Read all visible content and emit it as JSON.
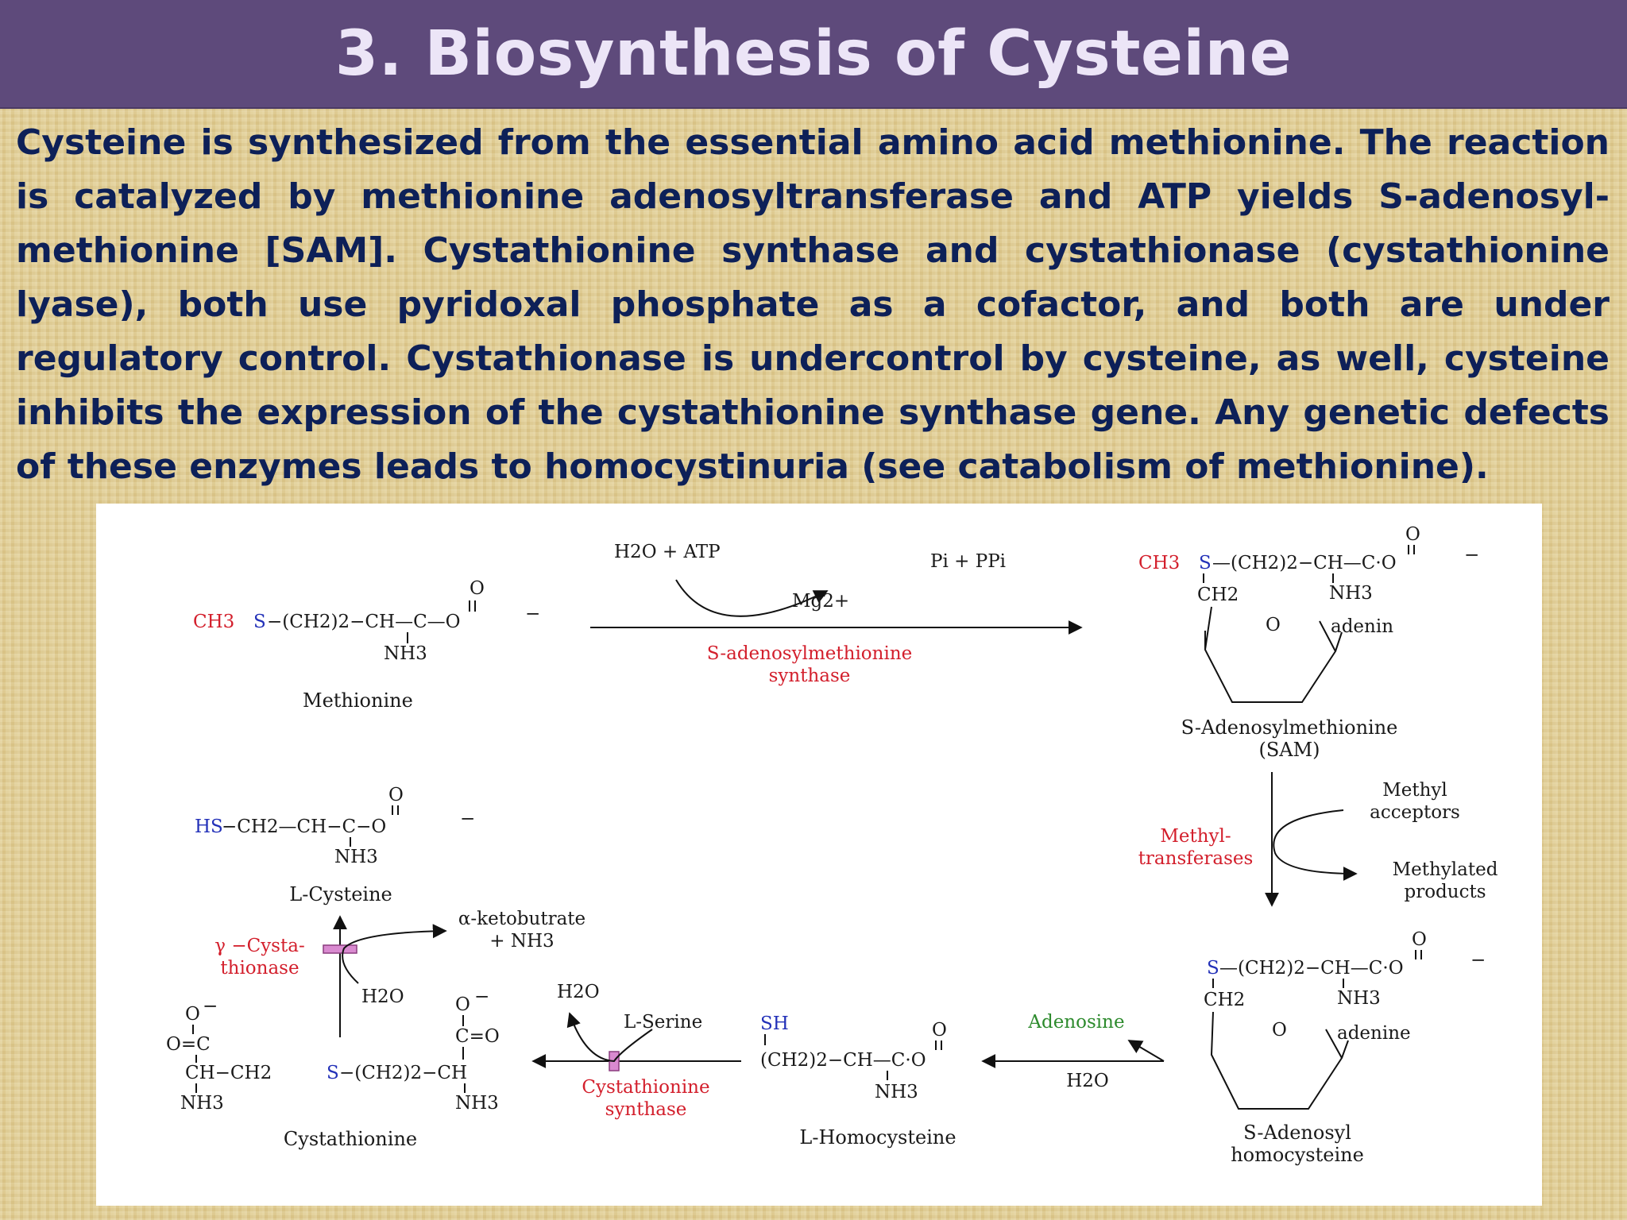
{
  "slide": {
    "title": "3. Biosynthesis of Cysteine",
    "paragraph": "Cysteine is synthesized from the essential amino acid methionine. The reaction is catalyzed by methionine adenosyltransferase and ATP yields S-adenosyl-methionine [SAM]. Cystathionine synthase and cystathionase (cystathionine lyase), both use pyridoxal phosphate as a cofactor, and both are under regulatory control. Cystathionase is undercontrol by cysteine, as well, cysteine inhibits the expression of the cystathionine synthase gene. Any genetic defects of these enzymes leads to homocystinuria (see catabolism of methionine)."
  },
  "diagram": {
    "methionine": {
      "ch3": "CH3",
      "s": "S",
      "chain": "−(CH2)2−CH—C—O",
      "nh3": "NH3",
      "name": "Methionine"
    },
    "step1": {
      "reagents": "H2O + ATP",
      "products": "Pi + PPi",
      "cofactor": "Mg2+",
      "enzyme_line1": "S-adenosylmethionine",
      "enzyme_line2": "synthase"
    },
    "sam": {
      "ch3": "CH3",
      "s": "S",
      "chain": "—(CH2)2−CH—C·O",
      "nh3": "NH3",
      "ch2": "CH2",
      "o": "O",
      "base": "adenin",
      "name_line1": "S-Adenosylmethionine",
      "name_line2": "(SAM)"
    },
    "step2": {
      "acceptors_line1": "Methyl",
      "acceptors_line2": "acceptors",
      "enzyme_line1": "Methyl-",
      "enzyme_line2": "transferases",
      "products_line1": "Methylated",
      "products_line2": "products"
    },
    "sah": {
      "s": "S",
      "chain": "—(CH2)2−CH—C·O",
      "nh3": "NH3",
      "ch2": "CH2",
      "o": "O",
      "base": "adenine",
      "name_line1": "S-Adenosyl",
      "name_line2": "homocysteine"
    },
    "step3": {
      "product": "Adenosine",
      "water": "H2O"
    },
    "homocysteine": {
      "sh": "SH",
      "chain": "(CH2)2−CH—C·O",
      "nh3": "NH3",
      "name": "L-Homocysteine"
    },
    "step4": {
      "water": "H2O",
      "reagent": "L-Serine",
      "enzyme_line1": "Cystathionine",
      "enzyme_line2": "synthase"
    },
    "cystathionine": {
      "carboxyl_left": "O=C",
      "chain_left": "CH−CH2",
      "s": "S",
      "chain_right": "−(CH2)2−CH",
      "carboxyl_right": "C=O",
      "nh3_left": "NH3",
      "nh3_right": "NH3",
      "name": "Cystathionine"
    },
    "step5": {
      "enzyme_line1": "γ −Cysta-",
      "enzyme_line2": "thionase",
      "water": "H2O",
      "products_line1": "α-ketobutrate",
      "products_line2": "+ NH3"
    },
    "cysteine": {
      "hs": "HS",
      "chain": "−CH2—CH−C−O",
      "nh3": "NH3",
      "name": "L-Cysteine"
    }
  },
  "colors": {
    "title_bar": "#5e4a7b",
    "title_text": "#ece5f7",
    "body_text": "#0d2058",
    "enzyme_red": "#d31f2c",
    "sulfur_blue": "#2230b8",
    "adenosine_green": "#2e8b2e",
    "enzyme_marker": "#d98ad0"
  }
}
